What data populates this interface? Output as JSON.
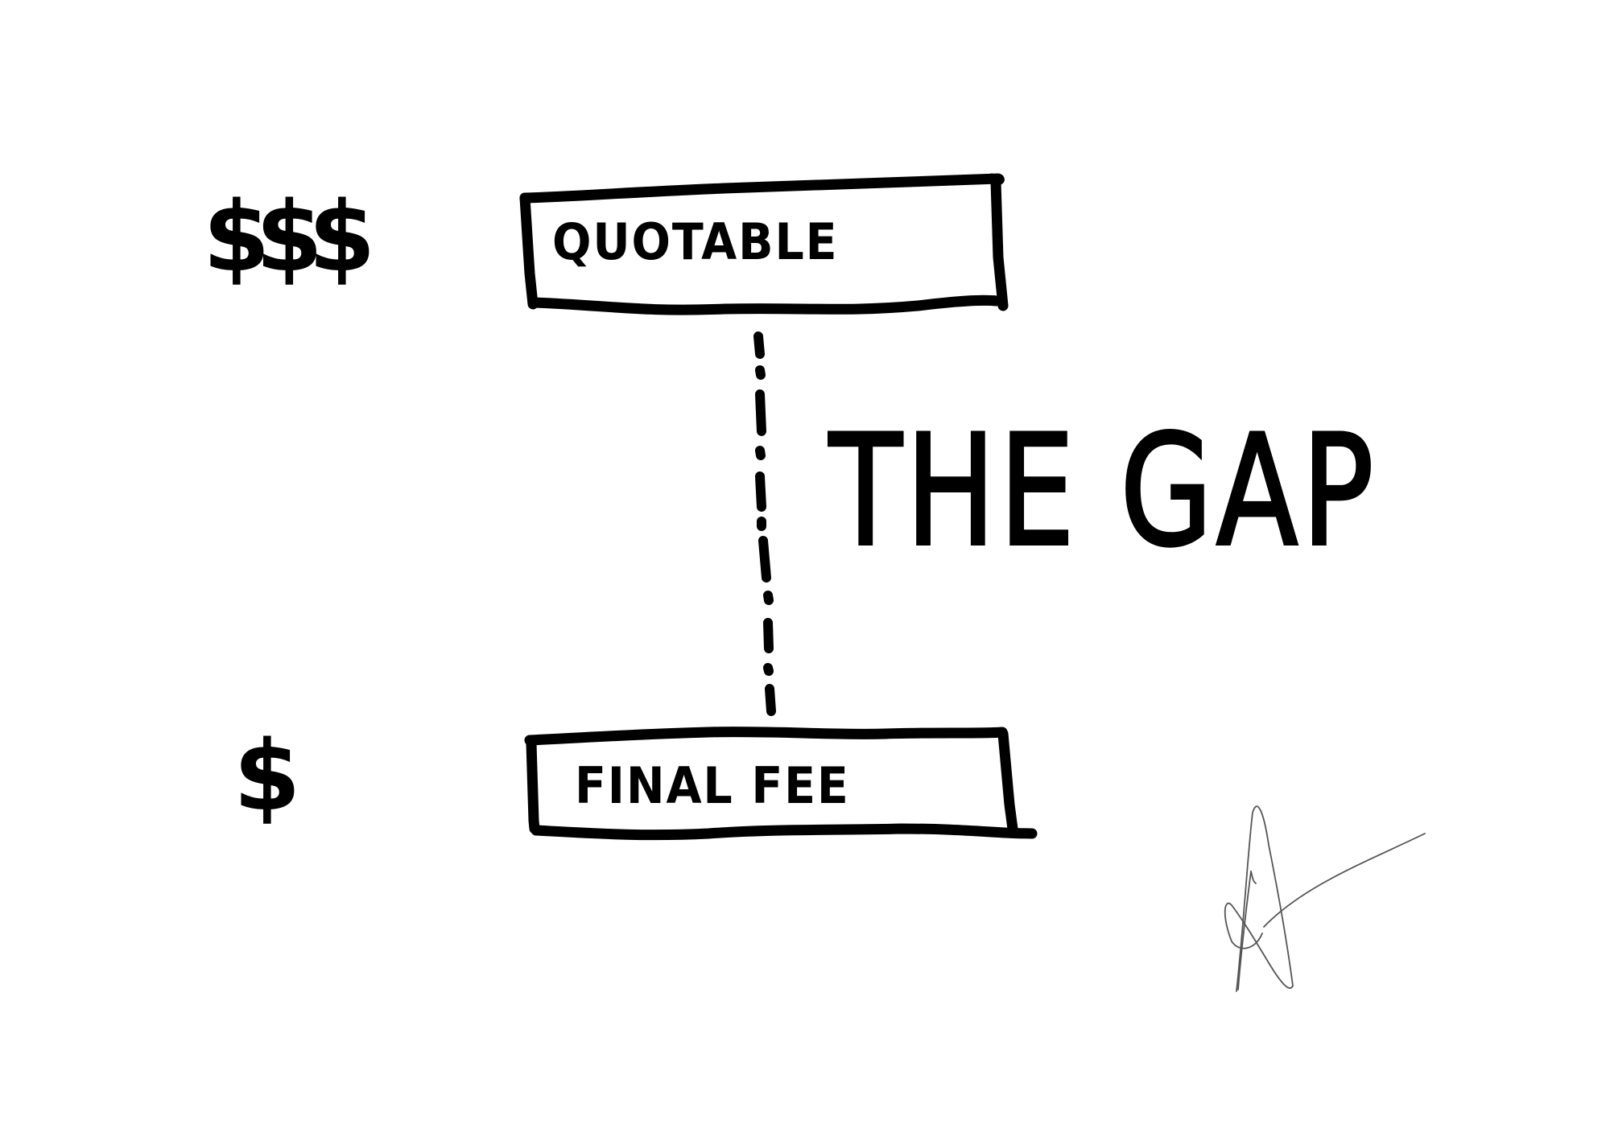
{
  "diagram": {
    "top_box": {
      "label": "QUOTABLE",
      "price_marker": "$$$"
    },
    "bottom_box": {
      "label": "FINAL FEE",
      "price_marker": "$"
    },
    "gap_label": "THE GAP",
    "connector": "dash-dot vertical line"
  },
  "colors": {
    "ink": "#000000",
    "background": "#ffffff",
    "signature": "#555555"
  }
}
